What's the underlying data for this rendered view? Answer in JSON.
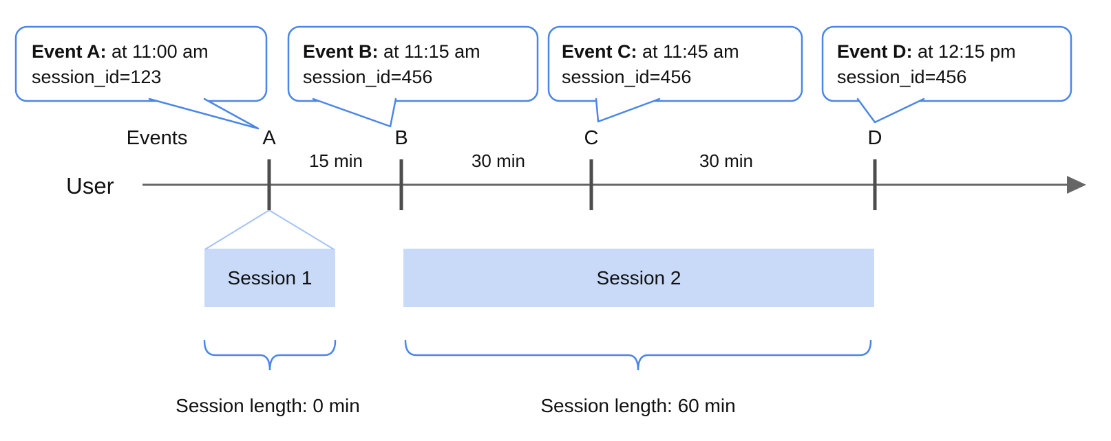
{
  "colors": {
    "bubble_border": "#4a86e8",
    "session_fill": "#c9daf8",
    "funnel": "#a4c2f4",
    "timeline": "#666666",
    "tick": "#4d4d4d",
    "text": "#111111"
  },
  "axis": {
    "events_label": "Events",
    "user_label": "User"
  },
  "events": [
    {
      "label": "A",
      "callout": {
        "bold": "Event A:",
        "rest": " at 11:00 am",
        "session": "session_id=123"
      }
    },
    {
      "label": "B",
      "callout": {
        "bold": "Event B:",
        "rest": " at 11:15 am",
        "session": "session_id=456"
      }
    },
    {
      "label": "C",
      "callout": {
        "bold": "Event C:",
        "rest": " at 11:45 am",
        "session": "session_id=456"
      }
    },
    {
      "label": "D",
      "callout": {
        "bold": "Event D:",
        "rest": " at 12:15 pm",
        "session": "session_id=456"
      }
    }
  ],
  "gaps": [
    {
      "label": "15 min"
    },
    {
      "label": "30 min"
    },
    {
      "label": "30 min"
    }
  ],
  "sessions": [
    {
      "label": "Session 1",
      "length_label": "Session length: 0 min"
    },
    {
      "label": "Session 2",
      "length_label": "Session length: 60 min"
    }
  ]
}
